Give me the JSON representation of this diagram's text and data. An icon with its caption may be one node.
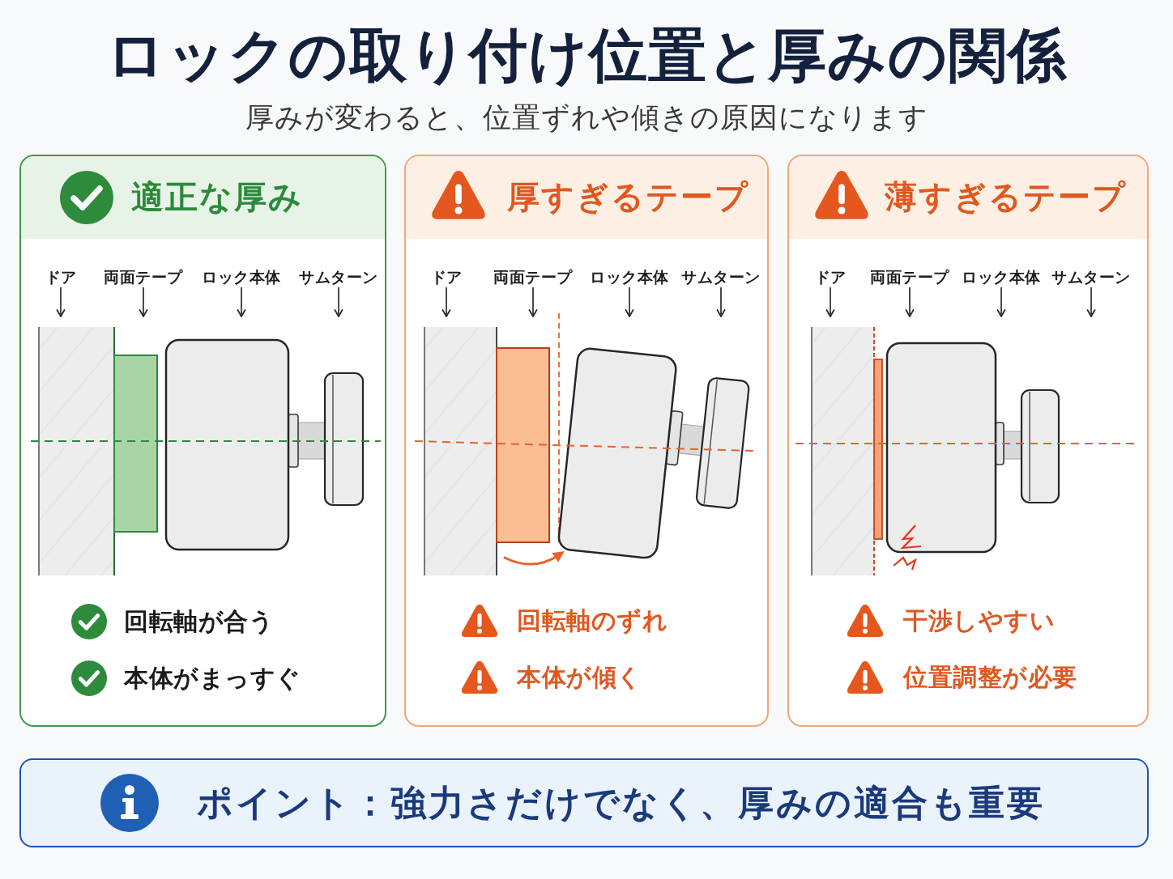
{
  "diagram": {
    "title": "ロックの取り付け位置と厚みの関係",
    "nodes": [
      {
        "text": [
          "適正な厚み",
          "回転軸が合う",
          "本体がまっすぐ"
        ]
      },
      {
        "text": [
          "ドア"
        ],
        "in": 0
      },
      {
        "text": [
          "両面テープ"
        ],
        "in": 0
      },
      {
        "text": [
          "ロック本体"
        ],
        "in": 0
      },
      {
        "text": [
          "サムターン"
        ],
        "in": 0
      },
      {
        "text": [
          "厚すぎるテープ",
          "回転軸のずれ",
          "本体が傾く"
        ]
      },
      {
        "text": [
          "ドア"
        ],
        "in": 5
      },
      {
        "text": [
          "両面テープ"
        ],
        "in": 5
      },
      {
        "text": [
          "ロック本体"
        ],
        "in": 5
      },
      {
        "text": [
          "サムターン"
        ],
        "in": 5
      },
      {
        "text": [
          "薄すぎるテープ",
          "干渉しやすい",
          "位置調整が必要"
        ]
      },
      {
        "text": [
          "ドア"
        ],
        "in": 10
      },
      {
        "text": [
          "両面テープ"
        ],
        "in": 10
      },
      {
        "text": [
          "ロック本体"
        ],
        "in": 10
      },
      {
        "text": [
          "サムターン"
        ],
        "in": 10
      },
      {
        "text": [
          "ポイント：強力さだけでなく、厚みの適合も重要"
        ]
      }
    ],
    "edges": [
      {
        "from": 1,
        "to": null,
        "arrow": "to"
      },
      {
        "from": 2,
        "to": null,
        "arrow": "to"
      },
      {
        "from": 3,
        "to": null,
        "arrow": "to"
      },
      {
        "from": 4,
        "to": null,
        "arrow": "to"
      },
      {
        "from": 6,
        "to": null,
        "arrow": "to"
      },
      {
        "from": 7,
        "to": null,
        "arrow": "to"
      },
      {
        "from": 8,
        "to": null,
        "arrow": "to"
      },
      {
        "from": 9,
        "to": null,
        "arrow": "to"
      },
      {
        "from": 11,
        "to": null,
        "arrow": "to"
      },
      {
        "from": 12,
        "to": null,
        "arrow": "to"
      },
      {
        "from": 13,
        "to": null,
        "arrow": "to"
      },
      {
        "from": 14,
        "to": null,
        "arrow": "to"
      }
    ],
    "labels": [
      "厚みが変わると、位置ずれや傾きの原因になります"
    ]
  }
}
